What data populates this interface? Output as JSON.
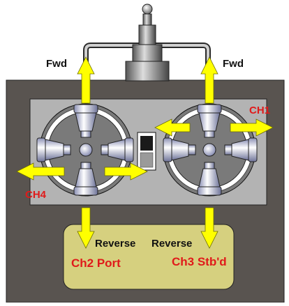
{
  "labels": {
    "fwd_left": "Fwd",
    "fwd_right": "Fwd",
    "ch1": "CH1",
    "ch4": "CH4",
    "reverse_left": "Reverse",
    "reverse_right": "Reverse",
    "ch2": "Ch2 Port",
    "ch3": "Ch3 Stb'd"
  },
  "colors": {
    "arrow": "#ffff00",
    "housing": "#595450",
    "panel": "#b3b3b3",
    "reservoir": "#d6d07f",
    "label_red": "#e01a1a"
  },
  "icons": {
    "joystick": "joystick-icon",
    "valve": "valve-cylinder-icon",
    "switch": "toggle-switch-icon"
  }
}
